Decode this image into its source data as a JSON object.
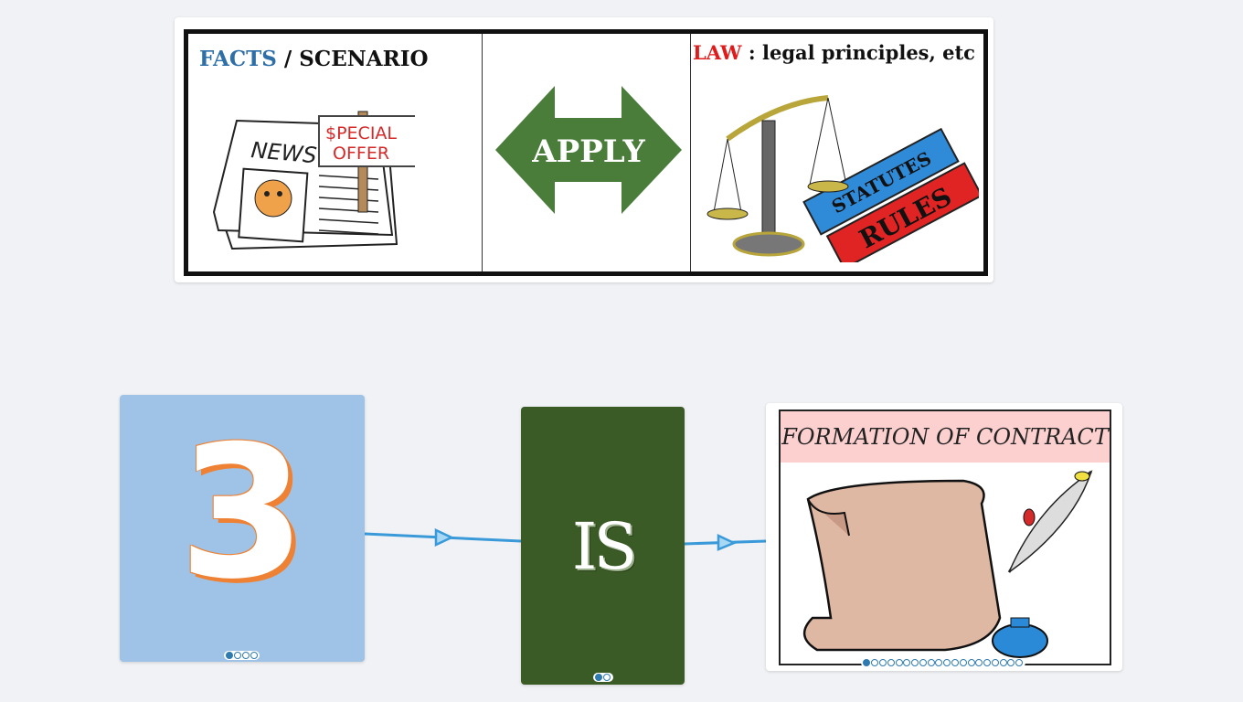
{
  "canvas": {
    "background": "#f0f2f5"
  },
  "top_image": {
    "facts_panel": {
      "title_highlight": "FACTS",
      "title_rest": " / SCENARIO",
      "newspaper_label": "NEWS",
      "sign_line1": "$PECIAL",
      "sign_line2": "OFFER"
    },
    "apply_panel": {
      "label": "APPLY",
      "arrow_color": "#4a7c3a"
    },
    "law_panel": {
      "title_highlight": "LAW",
      "title_rest": " : legal principles, etc",
      "book_top": "STATUTES",
      "book_bottom": "RULES"
    }
  },
  "flow": {
    "cards": [
      {
        "id": "card-3",
        "text": "3",
        "background": "#9fc3e7",
        "pager": {
          "total": 4,
          "active": 0
        }
      },
      {
        "id": "card-is",
        "text": "IS",
        "background": "#3a5a26",
        "pager": {
          "total": 2,
          "active": 0
        }
      },
      {
        "id": "card-contract",
        "title": "FORMATION OF CONTRACT",
        "pager": {
          "total": 20,
          "active": 0
        }
      }
    ],
    "connector_color": "#3a9ad9"
  }
}
